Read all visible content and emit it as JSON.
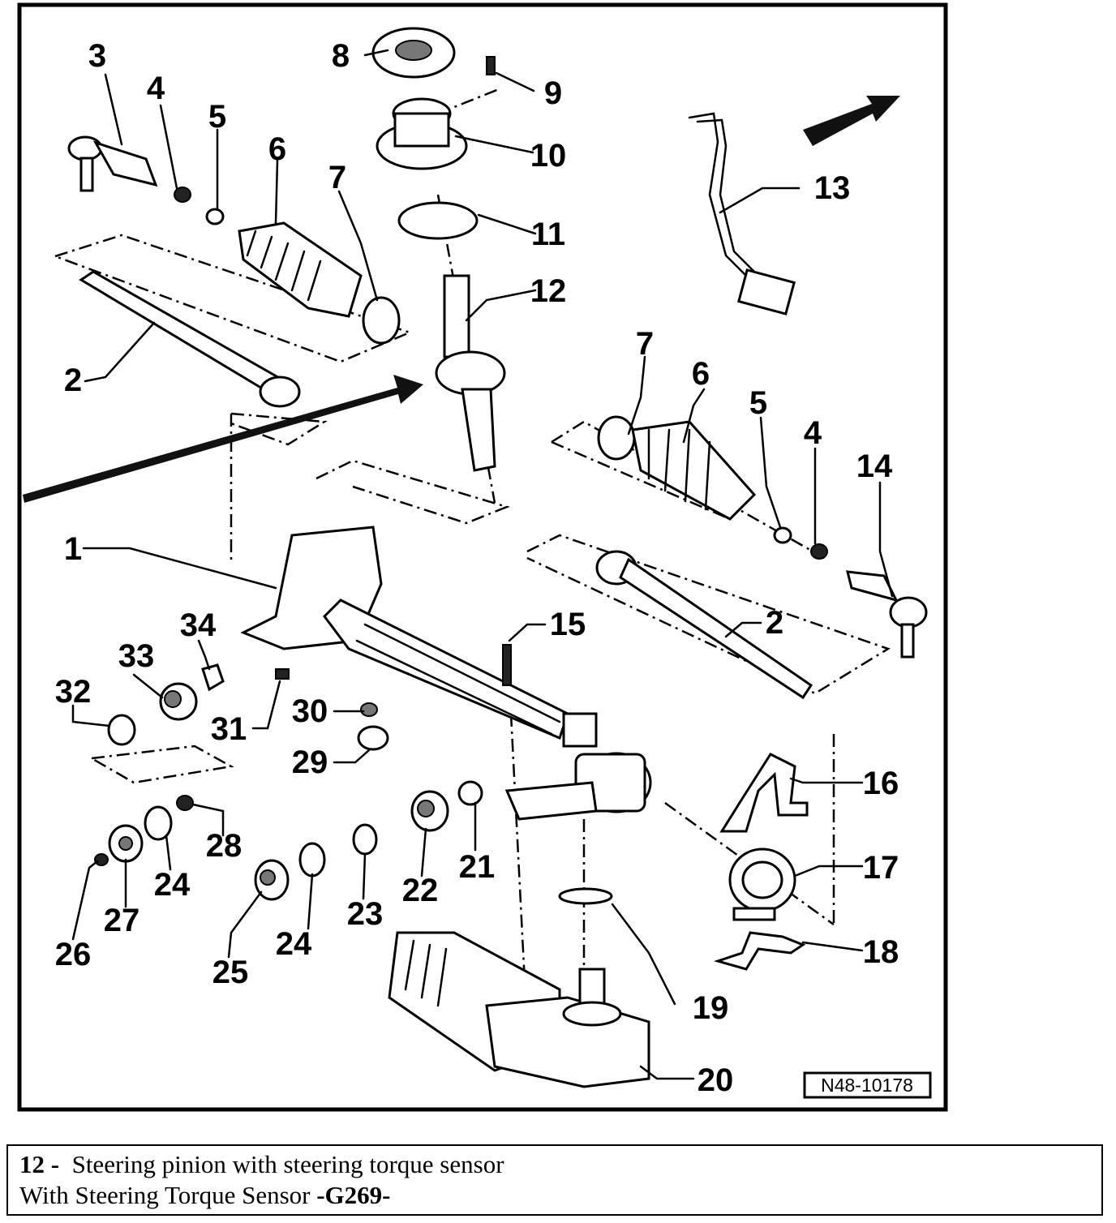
{
  "diagram": {
    "code": "N48-10178",
    "callouts": [
      {
        "id": "c3",
        "text": "3"
      },
      {
        "id": "c4a",
        "text": "4"
      },
      {
        "id": "c5a",
        "text": "5"
      },
      {
        "id": "c6a",
        "text": "6"
      },
      {
        "id": "c7a",
        "text": "7"
      },
      {
        "id": "c8",
        "text": "8"
      },
      {
        "id": "c9",
        "text": "9"
      },
      {
        "id": "c10",
        "text": "10"
      },
      {
        "id": "c11",
        "text": "11"
      },
      {
        "id": "c12",
        "text": "12"
      },
      {
        "id": "c13",
        "text": "13"
      },
      {
        "id": "c2a",
        "text": "2"
      },
      {
        "id": "c7b",
        "text": "7"
      },
      {
        "id": "c6b",
        "text": "6"
      },
      {
        "id": "c5b",
        "text": "5"
      },
      {
        "id": "c4b",
        "text": "4"
      },
      {
        "id": "c14",
        "text": "14"
      },
      {
        "id": "c1",
        "text": "1"
      },
      {
        "id": "c34",
        "text": "34"
      },
      {
        "id": "c15",
        "text": "15"
      },
      {
        "id": "c2b",
        "text": "2"
      },
      {
        "id": "c33",
        "text": "33"
      },
      {
        "id": "c32",
        "text": "32"
      },
      {
        "id": "c31",
        "text": "31"
      },
      {
        "id": "c30",
        "text": "30"
      },
      {
        "id": "c29",
        "text": "29"
      },
      {
        "id": "c16",
        "text": "16"
      },
      {
        "id": "c28",
        "text": "28"
      },
      {
        "id": "c24a",
        "text": "24"
      },
      {
        "id": "c27",
        "text": "27"
      },
      {
        "id": "c26",
        "text": "26"
      },
      {
        "id": "c23",
        "text": "23"
      },
      {
        "id": "c22",
        "text": "22"
      },
      {
        "id": "c21",
        "text": "21"
      },
      {
        "id": "c17",
        "text": "17"
      },
      {
        "id": "c24b",
        "text": "24"
      },
      {
        "id": "c25",
        "text": "25"
      },
      {
        "id": "c18",
        "text": "18"
      },
      {
        "id": "c19",
        "text": "19"
      },
      {
        "id": "c20",
        "text": "20"
      }
    ]
  },
  "caption": {
    "number": "12 -",
    "title": "Steering pinion with steering torque sensor",
    "detail_prefix": "With Steering Torque Sensor",
    "detail_code": "-G269-"
  }
}
